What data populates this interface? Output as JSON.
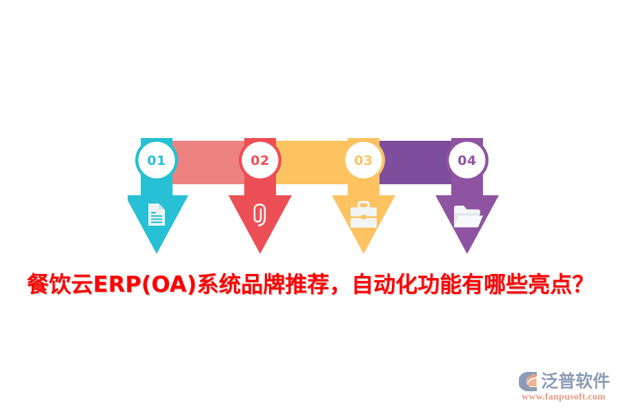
{
  "headline": {
    "text": "餐饮云ERP(OA)系统品牌推荐，自动化功能有哪些亮点？",
    "color": "#ff0000"
  },
  "infographic": {
    "type": "arrow-process-steps",
    "step_count": 4,
    "steps": [
      {
        "number": "01",
        "arrow_color": "#27c0d4",
        "circle_ring_color": "#27c0d4",
        "number_color": "#27c0d4",
        "icon": "document-icon",
        "connector_color": "#ee8280",
        "connector_label": ""
      },
      {
        "number": "02",
        "arrow_color": "#ec4f56",
        "circle_ring_color": "#ec4f56",
        "number_color": "#ec4f56",
        "icon": "paperclip-icon",
        "connector_color": "#fcc360",
        "connector_label": ""
      },
      {
        "number": "03",
        "arrow_color": "#fcc360",
        "circle_ring_color": "#fcc360",
        "number_color": "#fcc360",
        "icon": "briefcase-icon",
        "connector_color": "#7e4e9c",
        "connector_label": ""
      },
      {
        "number": "04",
        "arrow_color": "#8e54a2",
        "circle_ring_color": "#8e54a2",
        "number_color": "#8e54a2",
        "icon": "folder-icon",
        "connector_color": "",
        "connector_label": ""
      }
    ]
  },
  "watermark": {
    "brand": "泛普软件",
    "url": "www.fanpusoft.com",
    "brand_color": "#8d9cb5",
    "url_color": "#e79a84",
    "logo_icon": "fanpu-logo-icon"
  }
}
